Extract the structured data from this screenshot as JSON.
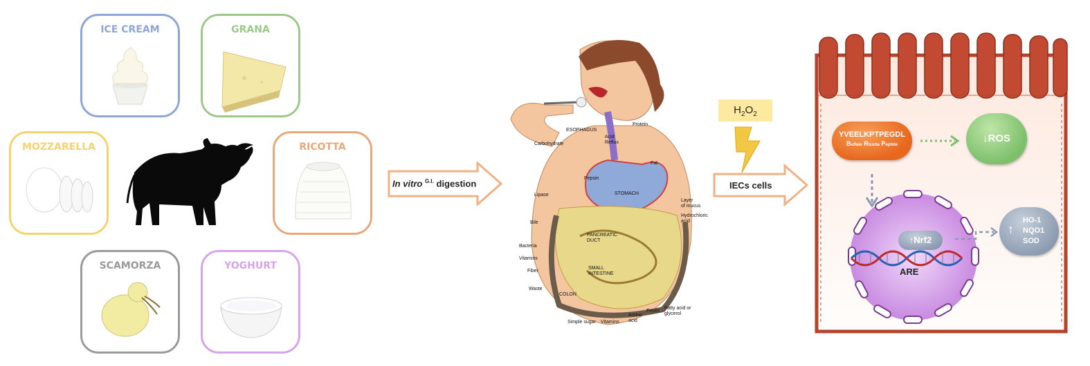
{
  "foods": [
    {
      "label": "ICE CREAM",
      "color": "#8ea6d6"
    },
    {
      "label": "GRANA",
      "color": "#9cc98a"
    },
    {
      "label": "MOZZARELLA",
      "color": "#f5d36c"
    },
    {
      "label": "RICOTTA",
      "color": "#e9a87a"
    },
    {
      "label": "SCAMORZA",
      "color": "#9a9a9a"
    },
    {
      "label": "YOGHURT",
      "color": "#d7a3ec"
    }
  ],
  "arrow1": {
    "italic": "In vitro",
    "sup": "G.I.",
    "text": "digestion"
  },
  "digestion_labels": {
    "esophagus": "ESOPHAGUS",
    "acid_reflux": "Acid\nReflux",
    "protein": "Protein",
    "carbohydrate": "Carbohydrate",
    "fat": "Fat",
    "pepsin": "Pepsin",
    "stomach": "STOMACH",
    "lipase": "Lipase",
    "layer_mucus": "Layer\nof mucus",
    "hydrochloric": "Hydrochloric\nacid",
    "bile": "Bile",
    "pancreatic": "PANCREATIC\nDUCT",
    "bacteria": "Bacteria",
    "vitamins_l": "Vitamins",
    "fiber": "Fiber",
    "small_intestine": "SMALL\nINTESTINE",
    "waste": "Waste",
    "colon": "COLON",
    "simple_sugar": "Simple sugar",
    "vitamins_b": "Vitamins",
    "amino": "Amino\nacid",
    "feces": "Feces",
    "fatty": "Fatty acid or\nglycerol"
  },
  "h2o2": {
    "base": "H",
    "sub1": "2",
    "mid": "O",
    "sub2": "2"
  },
  "arrow2": {
    "label": "IECs cells"
  },
  "peptide": {
    "sequence": "YVEELKPTPEGDL",
    "sub": [
      {
        "cap": "B",
        "rest": "uffalo"
      },
      {
        "cap": "R",
        "rest": "icotta"
      },
      {
        "cap": "P",
        "rest": "eptide"
      }
    ]
  },
  "ros": {
    "label": "ROS"
  },
  "nrf2": {
    "label": "Nrf2"
  },
  "are": {
    "label": "ARE"
  },
  "targets": {
    "lines": [
      "HO-1",
      "NQO1",
      "SOD"
    ]
  },
  "colors": {
    "arrow_orange": "#f0b183",
    "peptide_orange": "#e8671e",
    "ros_green": "#7cc06b",
    "nucleus_purple": "#c98ae0",
    "target_gray": "#8a9ab0",
    "cell_wall": "#b5432c"
  }
}
